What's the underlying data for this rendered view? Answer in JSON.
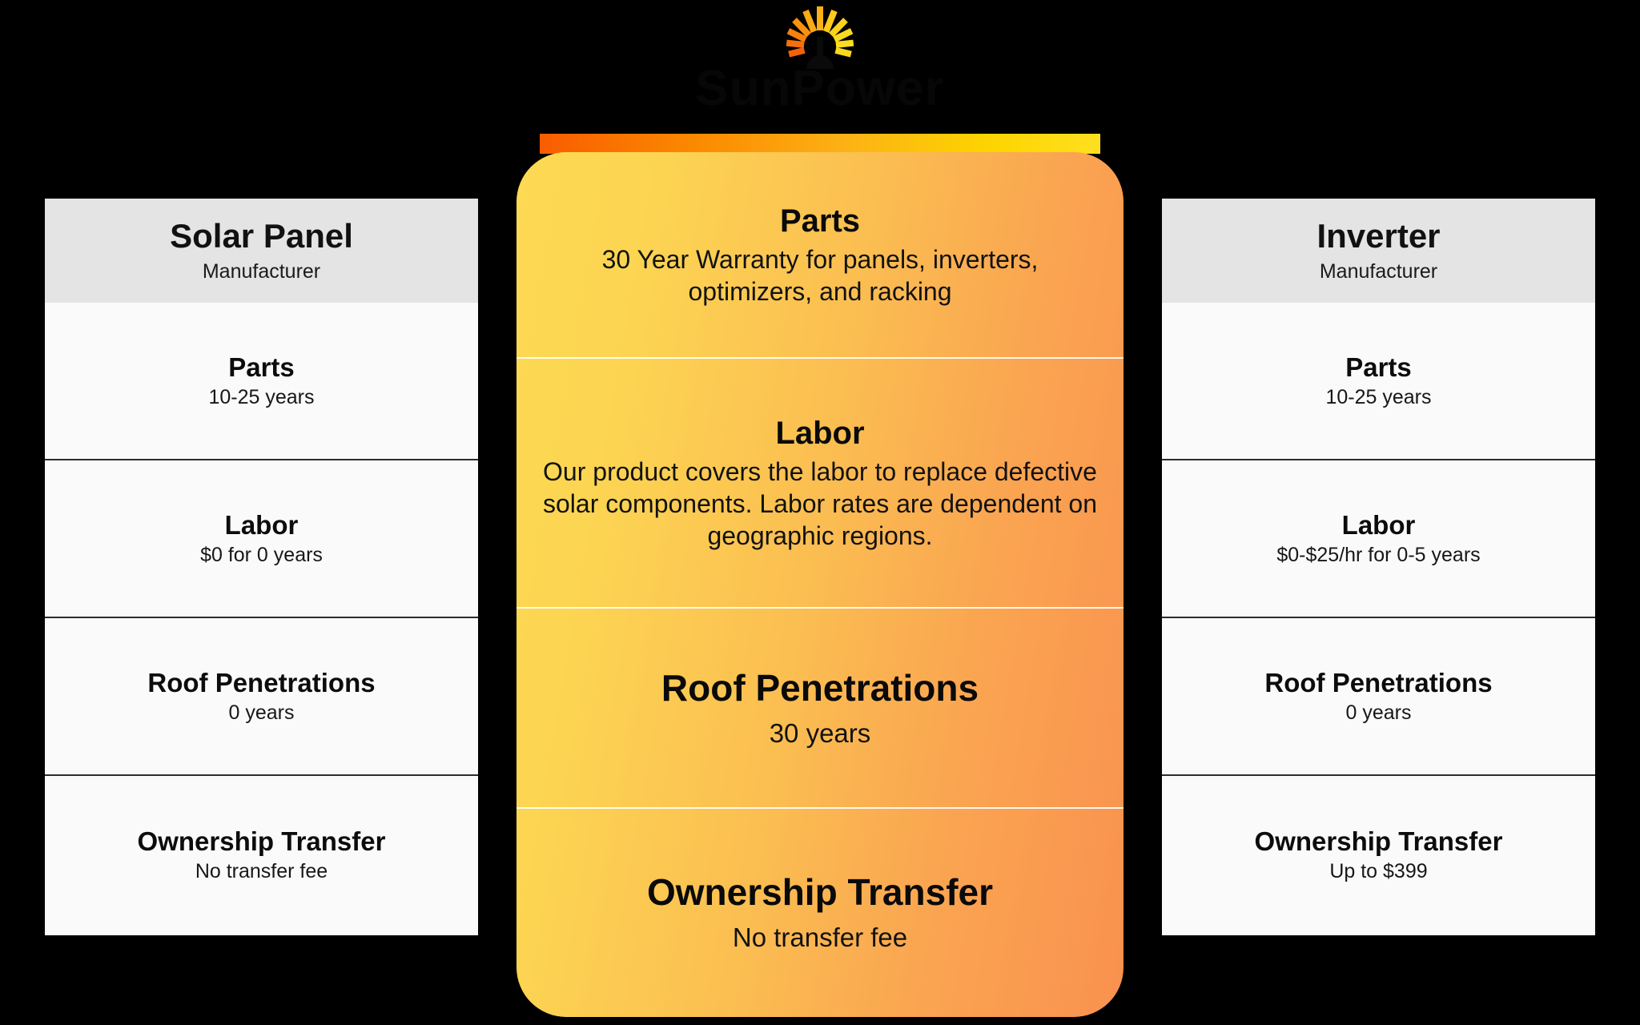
{
  "brand": {
    "wordmark": "SunPower",
    "logo_icon": "sunburst-icon",
    "gradient_start_color": "#F95C00",
    "gradient_end_color": "#FFE01F"
  },
  "highlight_card": {
    "accent_start_color": "#FDDA53",
    "accent_end_color": "#F9914F",
    "rows": [
      {
        "title": "Parts",
        "description": "30 Year Warranty for panels, inverters, optimizers, and racking"
      },
      {
        "title": "Labor",
        "description": "Our product covers the labor to replace defective solar components. Labor rates are dependent on geographic regions."
      },
      {
        "title": "Roof Penetrations",
        "description": "30 years"
      },
      {
        "title": "Ownership Transfer",
        "description": "No transfer fee"
      }
    ]
  },
  "comparison_cards": [
    {
      "header_title": "Solar Panel",
      "header_subtitle": "Manufacturer",
      "rows": [
        {
          "title": "Parts",
          "value": "10-25 years"
        },
        {
          "title": "Labor",
          "value": "$0 for 0 years"
        },
        {
          "title": "Roof Penetrations",
          "value": "0 years"
        },
        {
          "title": "Ownership Transfer",
          "value": "No transfer fee"
        }
      ]
    },
    {
      "header_title": "Inverter",
      "header_subtitle": "Manufacturer",
      "rows": [
        {
          "title": "Parts",
          "value": "10-25 years"
        },
        {
          "title": "Labor",
          "value": "$0-$25/hr for 0-5 years"
        },
        {
          "title": "Roof Penetrations",
          "value": "0 years"
        },
        {
          "title": "Ownership Transfer",
          "value": "Up to $399"
        }
      ]
    }
  ]
}
